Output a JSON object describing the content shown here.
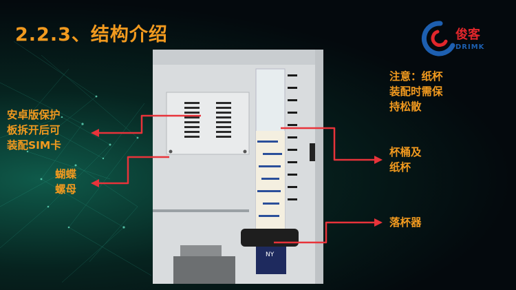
{
  "slide": {
    "title": "2.2.3、结构介绍",
    "logo": {
      "name": "俊客",
      "sub": "DRIMK"
    },
    "callouts": {
      "android_board": [
        "安卓版保护",
        "板拆开后可",
        "装配SIM卡"
      ],
      "butterfly_nut": [
        "蝴蝶",
        "螺母"
      ],
      "note": [
        "注意：纸杯",
        "装配时需保",
        "持松散"
      ],
      "cup_tube": [
        "杯桶及",
        "纸杯"
      ],
      "dropper": [
        "落杯器"
      ]
    },
    "dispenser_label": "NY"
  },
  "colors": {
    "accent": "#f29a1f",
    "arrow": "#e8333a",
    "brand_red": "#e1262b",
    "brand_blue": "#1d5fb0"
  }
}
